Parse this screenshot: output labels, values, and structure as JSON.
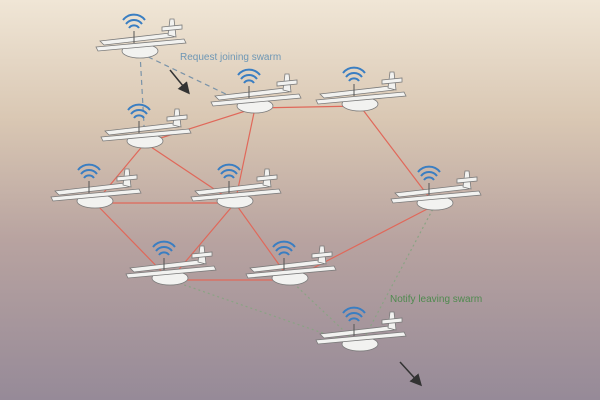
{
  "annotations": {
    "join": "Request joining swarm",
    "leave": "Notify leaving swarm"
  },
  "colors": {
    "background_top": "#f0e6d6",
    "background_bottom": "#968a98",
    "mesh_link": "#e0685a",
    "join_link": "#7a93a8",
    "leave_link": "#8aa384",
    "join_text": "#6e97b5",
    "leave_text": "#4f8a4f",
    "wifi": "#3a7ec2",
    "drone_body": "#f2f2f0",
    "drone_outline": "#7a7a7a",
    "motion_arrow": "#333333"
  },
  "drones": [
    {
      "id": "joining",
      "role": "joining"
    },
    {
      "id": "d2",
      "role": "member"
    },
    {
      "id": "d3",
      "role": "member"
    },
    {
      "id": "d4",
      "role": "member"
    },
    {
      "id": "d5",
      "role": "member"
    },
    {
      "id": "d6",
      "role": "member"
    },
    {
      "id": "d7",
      "role": "member"
    },
    {
      "id": "d8",
      "role": "member"
    },
    {
      "id": "d9",
      "role": "member"
    },
    {
      "id": "leaving",
      "role": "leaving"
    }
  ],
  "links": [
    {
      "from": "joining",
      "to": "d2",
      "kind": "join"
    },
    {
      "from": "joining",
      "to": "d4",
      "kind": "join"
    },
    {
      "from": "d2",
      "to": "d3",
      "kind": "mesh"
    },
    {
      "from": "d2",
      "to": "d4",
      "kind": "mesh"
    },
    {
      "from": "d2",
      "to": "d6",
      "kind": "mesh"
    },
    {
      "from": "d3",
      "to": "d7",
      "kind": "mesh"
    },
    {
      "from": "d4",
      "to": "d5",
      "kind": "mesh"
    },
    {
      "from": "d4",
      "to": "d6",
      "kind": "mesh"
    },
    {
      "from": "d5",
      "to": "d6",
      "kind": "mesh"
    },
    {
      "from": "d5",
      "to": "d8",
      "kind": "mesh"
    },
    {
      "from": "d6",
      "to": "d8",
      "kind": "mesh"
    },
    {
      "from": "d6",
      "to": "d9",
      "kind": "mesh"
    },
    {
      "from": "d8",
      "to": "d9",
      "kind": "mesh"
    },
    {
      "from": "d9",
      "to": "d7",
      "kind": "mesh"
    },
    {
      "from": "d8",
      "to": "leaving",
      "kind": "leave"
    },
    {
      "from": "d9",
      "to": "leaving",
      "kind": "leave"
    },
    {
      "from": "d7",
      "to": "leaving",
      "kind": "leave"
    }
  ]
}
